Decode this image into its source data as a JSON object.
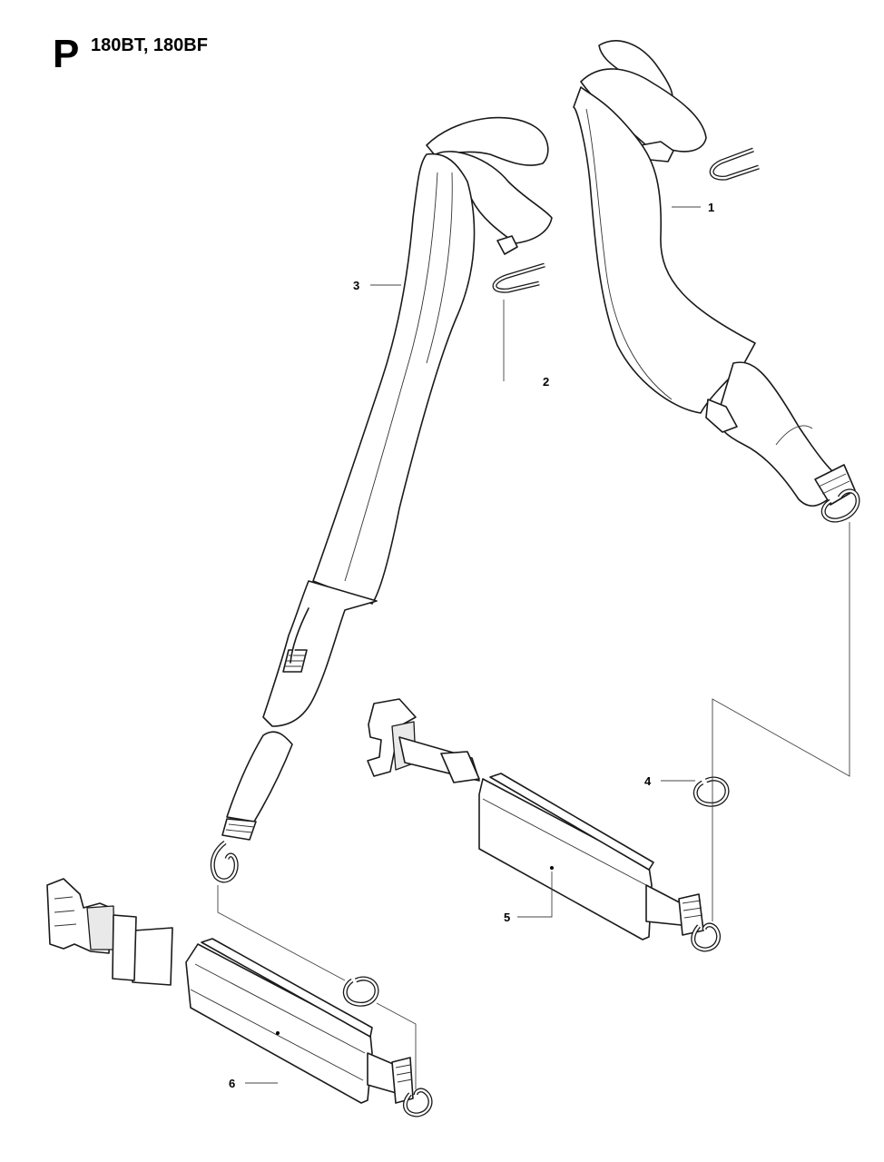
{
  "header": {
    "section_letter": "P",
    "models": "180BT, 180BF"
  },
  "callouts": [
    {
      "id": "1",
      "label": "1"
    },
    {
      "id": "2",
      "label": "2"
    },
    {
      "id": "3",
      "label": "3"
    },
    {
      "id": "4",
      "label": "4"
    },
    {
      "id": "5",
      "label": "5"
    },
    {
      "id": "6",
      "label": "6"
    }
  ]
}
